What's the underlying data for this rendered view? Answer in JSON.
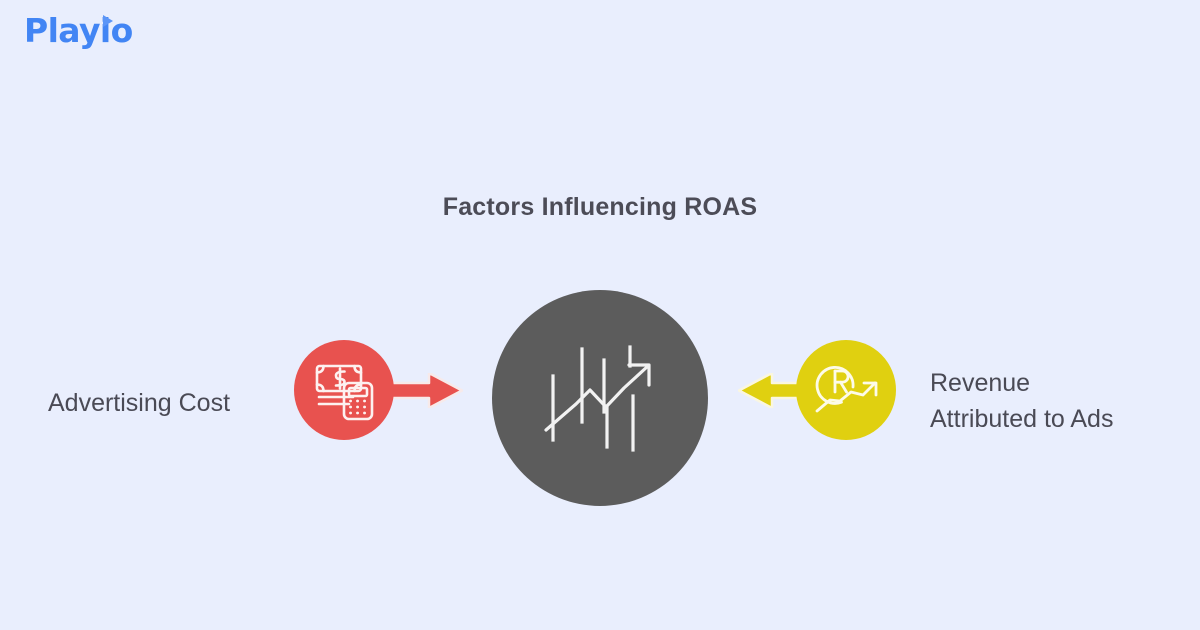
{
  "brand": {
    "name": "Playio",
    "color": "#4285f4",
    "accent_icon": "play-triangle-icon"
  },
  "title": "Factors Influencing ROAS",
  "background_color": "#e9eefd",
  "title_color": "#4c4c57",
  "diagram": {
    "type": "flow",
    "nodes": [
      {
        "id": "advertising-cost",
        "label": "Advertising Cost",
        "color": "#e8524f",
        "icon": "money-calculator-icon",
        "position": "left"
      },
      {
        "id": "roas",
        "label": "",
        "color": "#5c5c5c",
        "icon": "bar-chart-growth-icon",
        "position": "center"
      },
      {
        "id": "revenue-attributed",
        "label": "Revenue\nAttributed to Ads",
        "color": "#e0d010",
        "icon": "revenue-growth-icon",
        "position": "right"
      }
    ],
    "arrows": [
      {
        "id": "arrow-cost-to-roas",
        "direction": "right",
        "color": "#e8524f"
      },
      {
        "id": "arrow-revenue-to-roas",
        "direction": "left",
        "color": "#e0d010"
      }
    ]
  }
}
